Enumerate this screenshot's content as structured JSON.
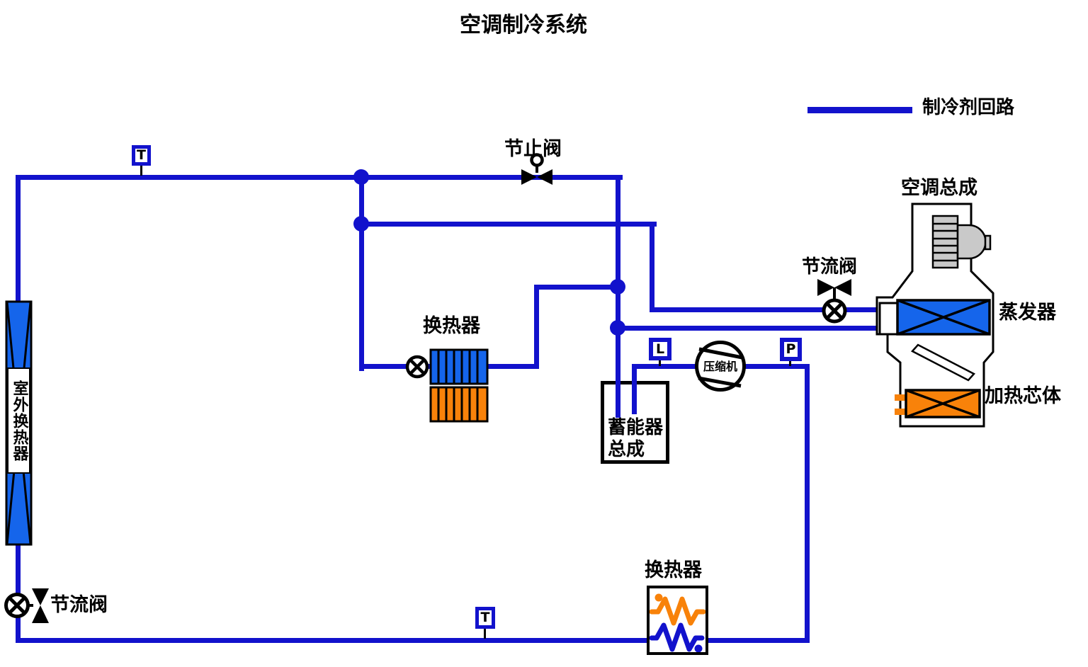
{
  "title": "空调制冷系统",
  "legend": {
    "label": "制冷剂回路"
  },
  "components": {
    "stop_valve": {
      "label": "节止阀"
    },
    "hvac_assembly": {
      "label": "空调总成"
    },
    "throttle_valve_evap": {
      "label": "节流阀"
    },
    "evaporator": {
      "label": "蒸发器"
    },
    "heater_core": {
      "label": "加热芯体"
    },
    "heat_exchanger_mid": {
      "label": "换热器"
    },
    "accumulator": {
      "line1": "蓄能器",
      "line2": "总成"
    },
    "compressor": {
      "label": "压缩机"
    },
    "outdoor_heat_exchanger": {
      "label": "室外换热器"
    },
    "throttle_valve_outdoor": {
      "label": "节流阀"
    },
    "heat_exchanger_bottom": {
      "label": "换热器"
    }
  },
  "sensors": {
    "temperature_top": "T",
    "liquid_level": "L",
    "pressure": "P",
    "temperature_bottom": "T"
  },
  "colors": {
    "pipe_blue": "#1212cc",
    "component_blue": "#1565eb",
    "component_orange": "#f8820a",
    "housing_gray": "#c9c9c9"
  }
}
